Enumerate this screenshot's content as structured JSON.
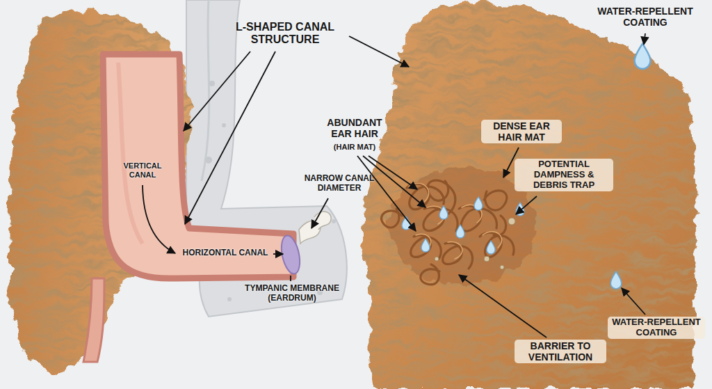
{
  "diagram": {
    "labels": [
      "L-SHAPED CANAL STRUCTURE",
      "VERTICAL CANAL",
      "HORIZONTAL CANAL",
      "NARROW CANAL DIAMETER",
      "TYMPANIC MEMBRANE (EARDRUM)",
      "ABUNDANT EAR HAIR",
      "(HAIR MAT)",
      "DENSE EAR HAIR MAT",
      "WATER-REPELLENT COATING",
      "POTENTIAL DAMPNESS & DEBRIS TRAP",
      "WATER-REPELLENT COATING",
      "BARRIER TO VENTILATION"
    ]
  }
}
